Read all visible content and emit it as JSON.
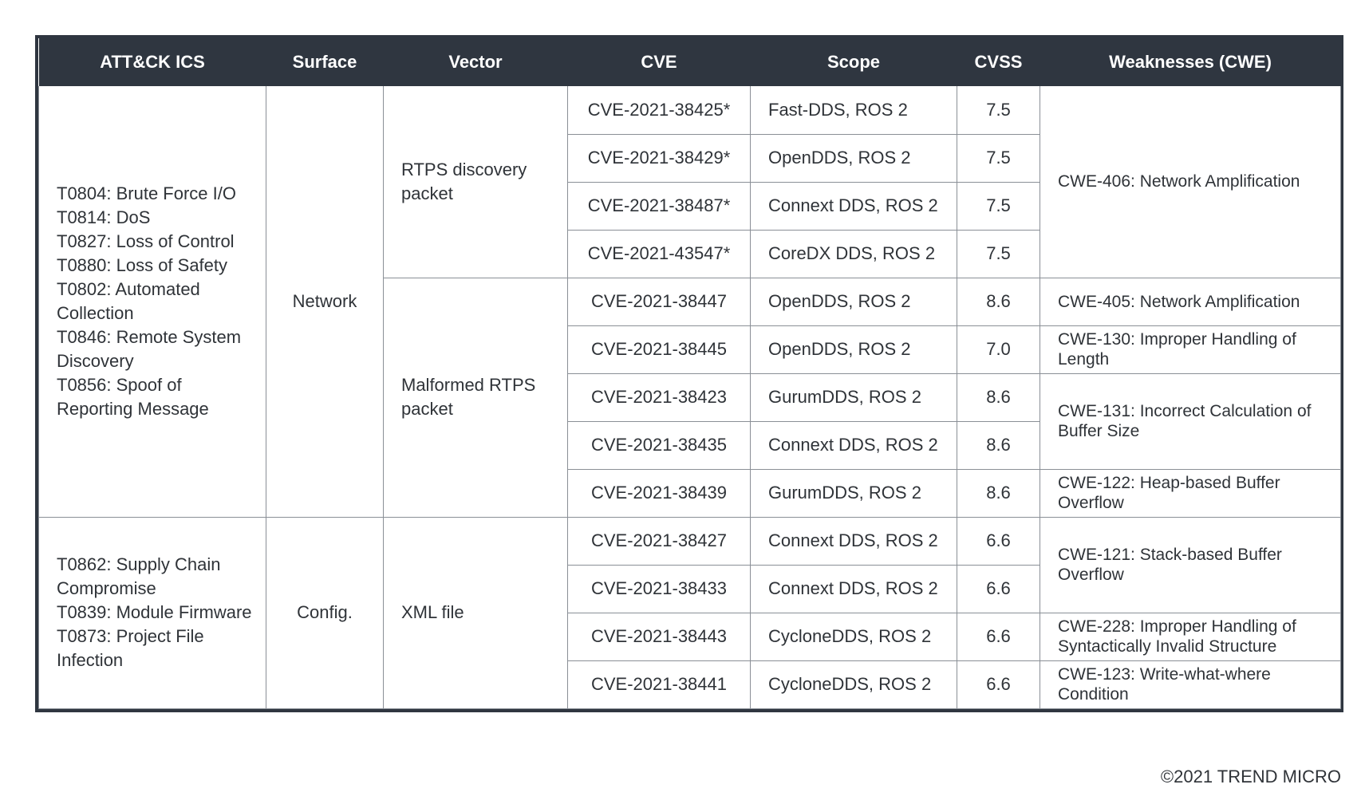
{
  "table": {
    "headers": [
      "ATT&CK ICS",
      "Surface",
      "Vector",
      "CVE",
      "Scope",
      "CVSS",
      "Weaknesses (CWE)"
    ],
    "groups": [
      {
        "techniques": [
          "T0804: Brute Force I/O",
          "T0814: DoS",
          "T0827: Loss of Control",
          "T0880: Loss of Safety",
          "T0802: Automated Collection",
          "T0846: Remote System Discovery",
          "T0856: Spoof of Reporting Message"
        ],
        "surface": "Network",
        "vectors": [
          "RTPS discovery packet",
          "Malformed RTPS packet"
        ]
      },
      {
        "techniques": [
          "T0862: Supply Chain Compromise",
          "T0839: Module Firmware",
          "T0873: Project File Infection"
        ],
        "surface": "Config.",
        "vectors": [
          "XML file"
        ]
      }
    ],
    "rows": [
      {
        "cve": "CVE-2021-38425*",
        "scope": "Fast-DDS, ROS 2",
        "cvss": "7.5"
      },
      {
        "cve": "CVE-2021-38429*",
        "scope": "OpenDDS, ROS 2",
        "cvss": "7.5"
      },
      {
        "cve": "CVE-2021-38487*",
        "scope": "Connext DDS, ROS 2",
        "cvss": "7.5"
      },
      {
        "cve": "CVE-2021-43547*",
        "scope": "CoreDX DDS, ROS 2",
        "cvss": "7.5"
      },
      {
        "cve": "CVE-2021-38447",
        "scope": "OpenDDS, ROS 2",
        "cvss": "8.6"
      },
      {
        "cve": "CVE-2021-38445",
        "scope": "OpenDDS, ROS 2",
        "cvss": "7.0"
      },
      {
        "cve": "CVE-2021-38423",
        "scope": "GurumDDS, ROS 2",
        "cvss": "8.6"
      },
      {
        "cve": "CVE-2021-38435",
        "scope": "Connext DDS, ROS 2",
        "cvss": "8.6"
      },
      {
        "cve": "CVE-2021-38439",
        "scope": "GurumDDS, ROS 2",
        "cvss": "8.6"
      },
      {
        "cve": "CVE-2021-38427",
        "scope": "Connext DDS, ROS 2",
        "cvss": "6.6"
      },
      {
        "cve": "CVE-2021-38433",
        "scope": "Connext DDS, ROS 2",
        "cvss": "6.6"
      },
      {
        "cve": "CVE-2021-38443",
        "scope": "CycloneDDS, ROS 2",
        "cvss": "6.6"
      },
      {
        "cve": "CVE-2021-38441",
        "scope": "CycloneDDS, ROS 2",
        "cvss": "6.6"
      }
    ],
    "weaknesses": [
      "CWE-406: Network Amplification",
      "CWE-405: Network Amplification",
      "CWE-130: Improper Handling of Length",
      "CWE-131: Incorrect Calculation of Buffer Size",
      "CWE-122: Heap-based Buffer Overflow",
      "CWE-121: Stack-based Buffer Overflow",
      "CWE-228: Improper Handling of Syntactically Invalid Structure",
      "CWE-123: Write-what-where Condition"
    ]
  },
  "footer": {
    "copyright": "©2021 TREND MICRO"
  },
  "colors": {
    "header_bg": "#2f3640",
    "header_text": "#ffffff",
    "border": "#8a8f96"
  }
}
